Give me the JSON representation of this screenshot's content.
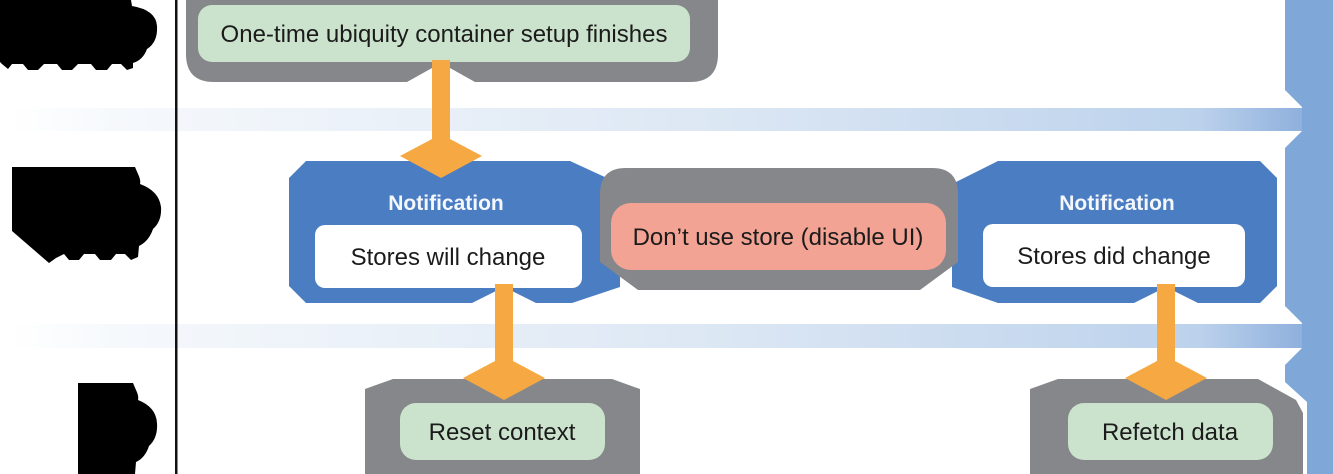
{
  "diagram": {
    "top_callout": {
      "label": "One-time ubiquity container setup finishes"
    },
    "notification_left": {
      "title": "Notification",
      "label": "Stores will change"
    },
    "middle_callout": {
      "label": "Don’t use store (disable UI)"
    },
    "notification_right": {
      "title": "Notification",
      "label": "Stores did change"
    },
    "bottom_left_callout": {
      "label": "Reset context"
    },
    "bottom_right_callout": {
      "label": "Refetch data"
    },
    "colors": {
      "container_gray": "#85878a",
      "notification_blue": "#4a7dc2",
      "timeline_bar_blue": "#7fa8d9",
      "band_blue": "#bcd2ec",
      "action_green": "#cbe3cc",
      "warning_salmon": "#f3a394",
      "arrow_orange": "#f6a843",
      "redacted_label_black": "#000000",
      "text_ink": "#1b1b1b"
    }
  }
}
